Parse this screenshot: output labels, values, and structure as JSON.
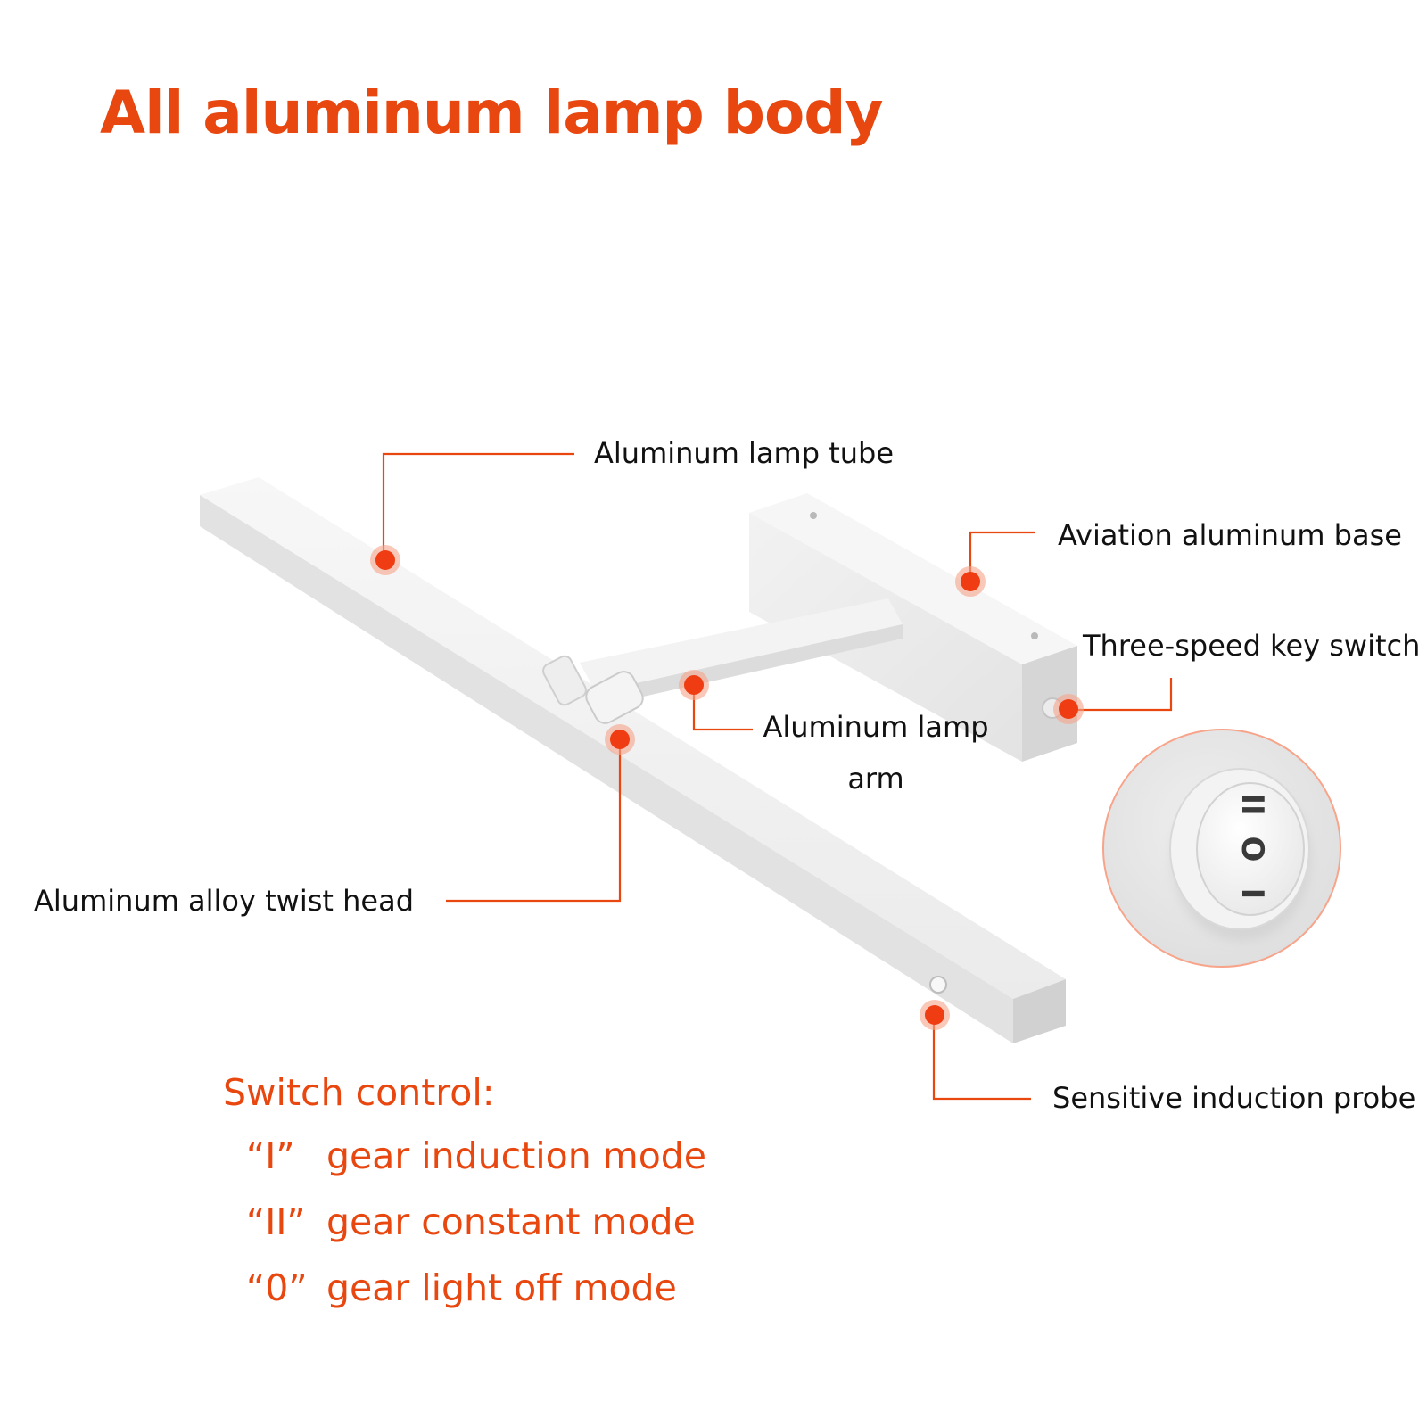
{
  "title": "All aluminum lamp body",
  "colors": {
    "accent": "#e8470f",
    "dot": "#ef3c12",
    "dot_glow": "#f7a48a",
    "text": "#111111",
    "lamp_light": "#f4f4f4",
    "lamp_mid": "#e6e6e6",
    "lamp_shadow": "#cfcfcf"
  },
  "callouts": {
    "lamp_tube": "Aluminum lamp tube",
    "base": "Aviation aluminum base",
    "key_switch": "Three-speed key switch",
    "lamp_arm_line1": "Aluminum lamp",
    "lamp_arm_line2": "arm",
    "twist_head": "Aluminum alloy twist head",
    "probe": "Sensitive induction probe"
  },
  "switch_control": {
    "title": "Switch control:",
    "modes": [
      {
        "code": "“I”",
        "desc": "gear induction mode"
      },
      {
        "code": "“II”",
        "desc": "gear constant mode"
      },
      {
        "code": "“0”",
        "desc": "gear light off mode"
      }
    ]
  },
  "switch_closeup": {
    "symbols": [
      "II",
      "O",
      "I"
    ]
  }
}
